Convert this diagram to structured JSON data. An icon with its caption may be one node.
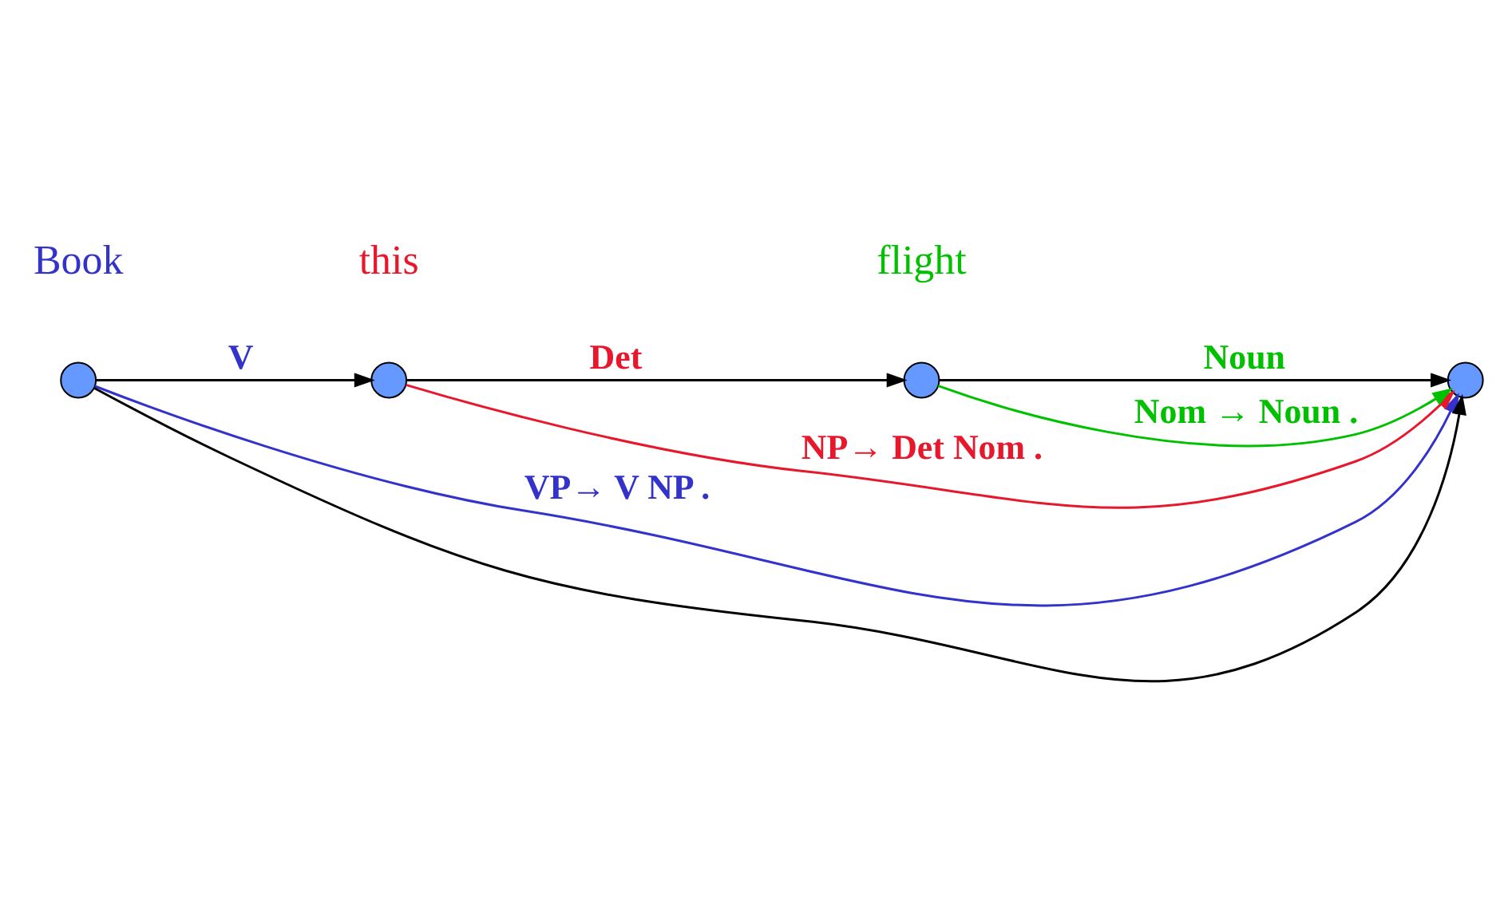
{
  "diagram": {
    "nodes": [
      {
        "text": [],
        "shape": "circle"
      },
      {
        "text": [],
        "shape": "circle"
      },
      {
        "text": [],
        "shape": "circle"
      },
      {
        "text": [],
        "shape": "circle"
      }
    ],
    "edges": [
      {
        "from": 0,
        "to": 1,
        "arrow": "to",
        "label": "V"
      },
      {
        "from": 1,
        "to": 2,
        "arrow": "to",
        "label": "Det"
      },
      {
        "from": 2,
        "to": 3,
        "arrow": "to",
        "label": "Noun"
      },
      {
        "from": 2,
        "to": 3,
        "arrow": "to",
        "label": "Nom → Noun .",
        "color": "#00c000"
      },
      {
        "from": 1,
        "to": 3,
        "arrow": "to",
        "label": "NP→ Det Nom .",
        "color": "#e8182c"
      },
      {
        "from": 0,
        "to": 3,
        "arrow": "to",
        "label": "VP→ V NP .",
        "color": "#3333cc"
      },
      {
        "from": 0,
        "to": 3,
        "arrow": "to"
      }
    ],
    "labels": [
      "Book",
      "this",
      "flight"
    ]
  }
}
